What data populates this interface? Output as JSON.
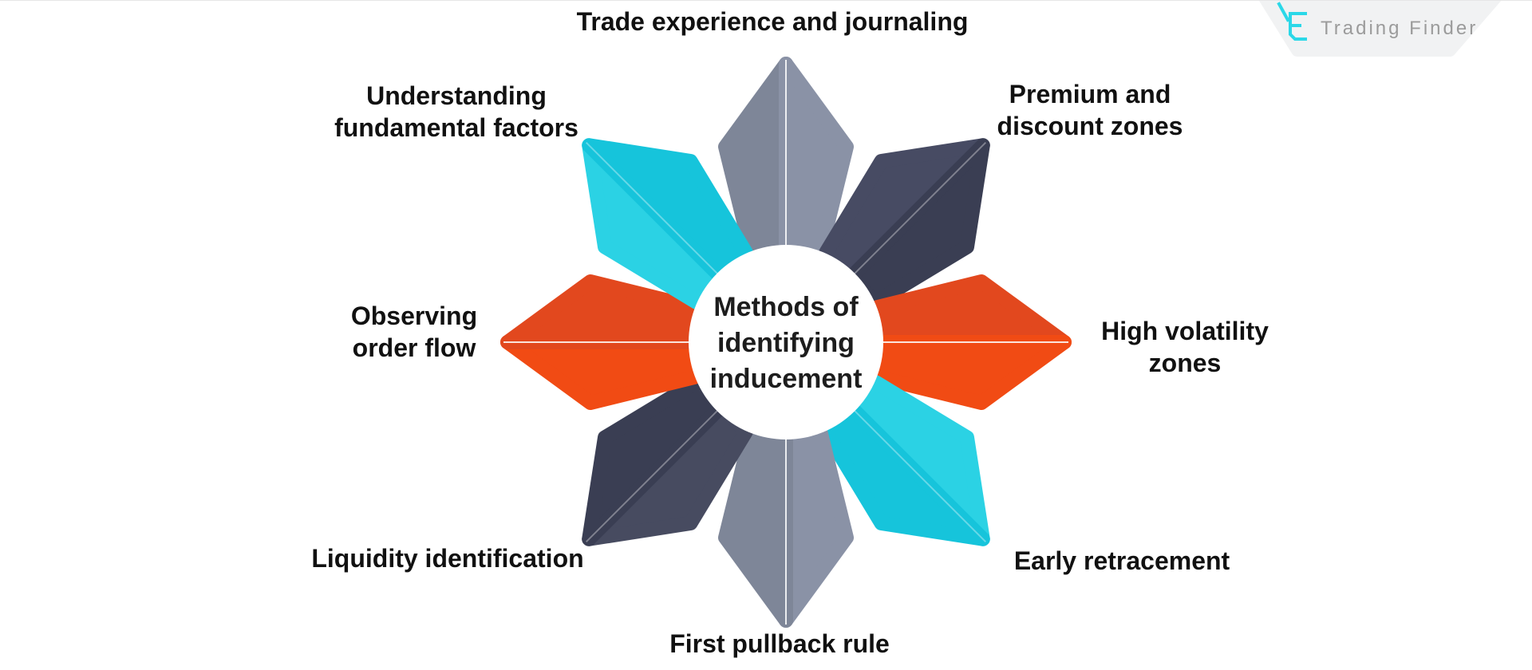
{
  "logo": {
    "name": "Trading Finder",
    "icon": "trading-finder-mark",
    "icon_color": "#2BD8E8",
    "text_color": "#9B9B9B",
    "banner_color": "#F1F2F3"
  },
  "diagram": {
    "center_title": "Methods of\nidentifying\ninducement",
    "center_text_color": "#1D1D1D",
    "center_circle_color": "#FFFFFF",
    "petals": [
      {
        "id": "top",
        "label": "Trade experience and journaling",
        "color_left": "#7E8698",
        "color_right": "#8A92A6"
      },
      {
        "id": "top-right",
        "label": "Premium and\ndiscount zones",
        "color_left": "#474B63",
        "color_right": "#3A3E53"
      },
      {
        "id": "right",
        "label": "High volatility\nzones",
        "color_left": "#E2481E",
        "color_right": "#F14B14"
      },
      {
        "id": "bottom-right",
        "label": "Early retracement",
        "color_left": "#2BD2E4",
        "color_right": "#16C4DB"
      },
      {
        "id": "bottom",
        "label": "First pullback rule",
        "color_left": "#8A92A6",
        "color_right": "#7E8698"
      },
      {
        "id": "bottom-left",
        "label": "Liquidity identification",
        "color_left": "#474B60",
        "color_right": "#3A3E53"
      },
      {
        "id": "left",
        "label": "Observing\norder flow",
        "color_left": "#F14B14",
        "color_right": "#E2481E"
      },
      {
        "id": "top-left",
        "label": "Understanding\nfundamental factors",
        "color_left": "#2BD2E4",
        "color_right": "#16C4DB"
      }
    ]
  }
}
